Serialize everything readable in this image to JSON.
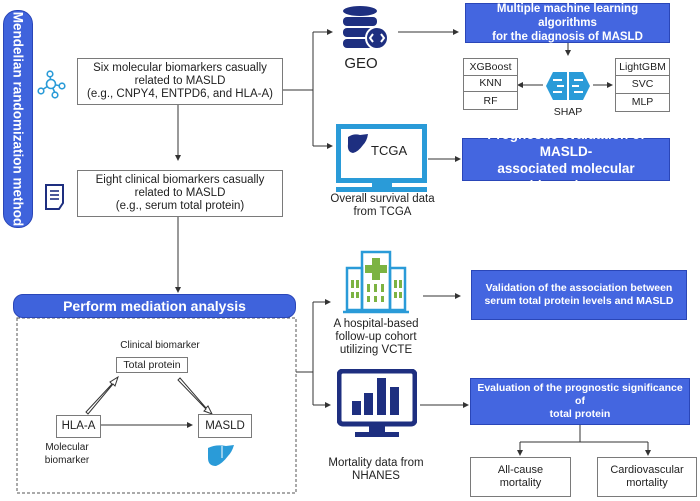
{
  "sidebar": {
    "title": "Mendelian randomization method"
  },
  "steps": {
    "molecular": {
      "line1": "Six molecular biomarkers casually",
      "line2": "related to MASLD",
      "line3": "(e.g., CNPY4, ENTPD6, and HLA-A)"
    },
    "clinical": {
      "line1": "Eight clinical biomarkers casually",
      "line2": "related to MASLD",
      "line3": "(e.g., serum total protein)"
    }
  },
  "mediation": {
    "title": "Perform mediation analysis",
    "clinical_label": "Clinical biomarker",
    "mediator": "Total protein",
    "exposure": "HLA-A",
    "exposure_label": "Molecular biomarker",
    "outcome": "MASLD"
  },
  "sources": {
    "geo": "GEO",
    "tcga_icon_text": "TCGA",
    "tcga": {
      "line1": "Overall survival data",
      "line2": "from TCGA"
    },
    "hospital": {
      "line1": "A hospital-based",
      "line2": "follow-up cohort",
      "line3": "utilizing VCTE"
    },
    "nhanes": {
      "line1": "Mortality data from",
      "line2": "NHANES"
    }
  },
  "outcomes": {
    "ml": {
      "line1": "Multiple machine learning algorithms",
      "line2": "for the diagnosis of MASLD"
    },
    "prognostic": {
      "line1": "Prognostic evaluation of MASLD-",
      "line2": "associated molecular biomarkers"
    },
    "validation": {
      "line1": "Validation of the association between",
      "line2": "serum total protein levels and MASLD"
    },
    "significance": {
      "line1": "Evaluation of the prognostic significance of",
      "line2": "total protein"
    }
  },
  "ml_models": {
    "left": [
      "XGBoost",
      "KNN",
      "RF"
    ],
    "right": [
      "LightGBM",
      "SVC",
      "MLP"
    ],
    "center": "SHAP"
  },
  "mortality": {
    "all_cause": {
      "line1": "All-cause",
      "line2": "mortality"
    },
    "cardio": {
      "line1": "Cardiovascular",
      "line2": "mortality"
    }
  },
  "colors": {
    "accent": "#4466e0",
    "icon_dark": "#1e2f80",
    "icon_light": "#2a9bd8",
    "cross": "#7cb342"
  }
}
